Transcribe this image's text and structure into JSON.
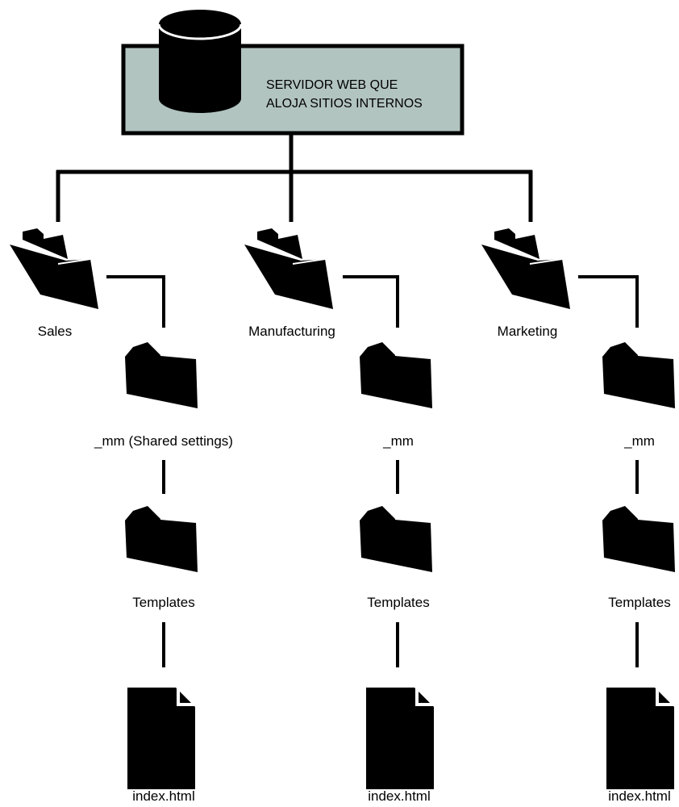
{
  "server": {
    "line1": "SERVIDOR WEB QUE",
    "line2": "ALOJA SITIOS INTERNOS",
    "database_icon": "database-cylinder-icon",
    "box_color": "#b2c4c0"
  },
  "sites": [
    {
      "name": "Sales",
      "mm_label": "_mm (Shared settings)",
      "templates_label": "Templates",
      "file_label": "index.html"
    },
    {
      "name": "Manufacturing",
      "mm_label": "_mm",
      "templates_label": "Templates",
      "file_label": "index.html"
    },
    {
      "name": "Marketing",
      "mm_label": "_mm",
      "templates_label": "Templates",
      "file_label": "index.html"
    }
  ],
  "icons": {
    "folder": "folder-icon",
    "open_folder": "open-folder-icon",
    "file": "file-icon"
  }
}
